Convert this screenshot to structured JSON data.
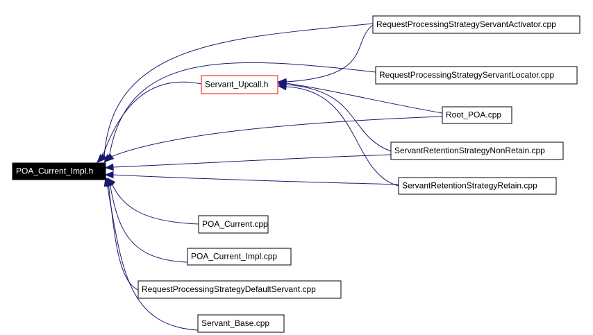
{
  "colors": {
    "edge": "#191970",
    "root_fill": "#000000",
    "root_text": "#ffffff",
    "node_fill": "#ffffff",
    "node_border": "#000000",
    "highlight_border": "#ff0000"
  },
  "nodes": {
    "poa_current_impl_h": "POA_Current_Impl.h",
    "servant_upcall_h": "Servant_Upcall.h",
    "rps_servant_activator": "RequestProcessingStrategyServantActivator.cpp",
    "rps_servant_locator": "RequestProcessingStrategyServantLocator.cpp",
    "root_poa": "Root_POA.cpp",
    "srs_non_retain": "ServantRetentionStrategyNonRetain.cpp",
    "srs_retain": "ServantRetentionStrategyRetain.cpp",
    "poa_current": "POA_Current.cpp",
    "poa_current_impl_cpp": "POA_Current_Impl.cpp",
    "rps_default_servant": "RequestProcessingStrategyDefaultServant.cpp",
    "servant_base": "Servant_Base.cpp"
  }
}
